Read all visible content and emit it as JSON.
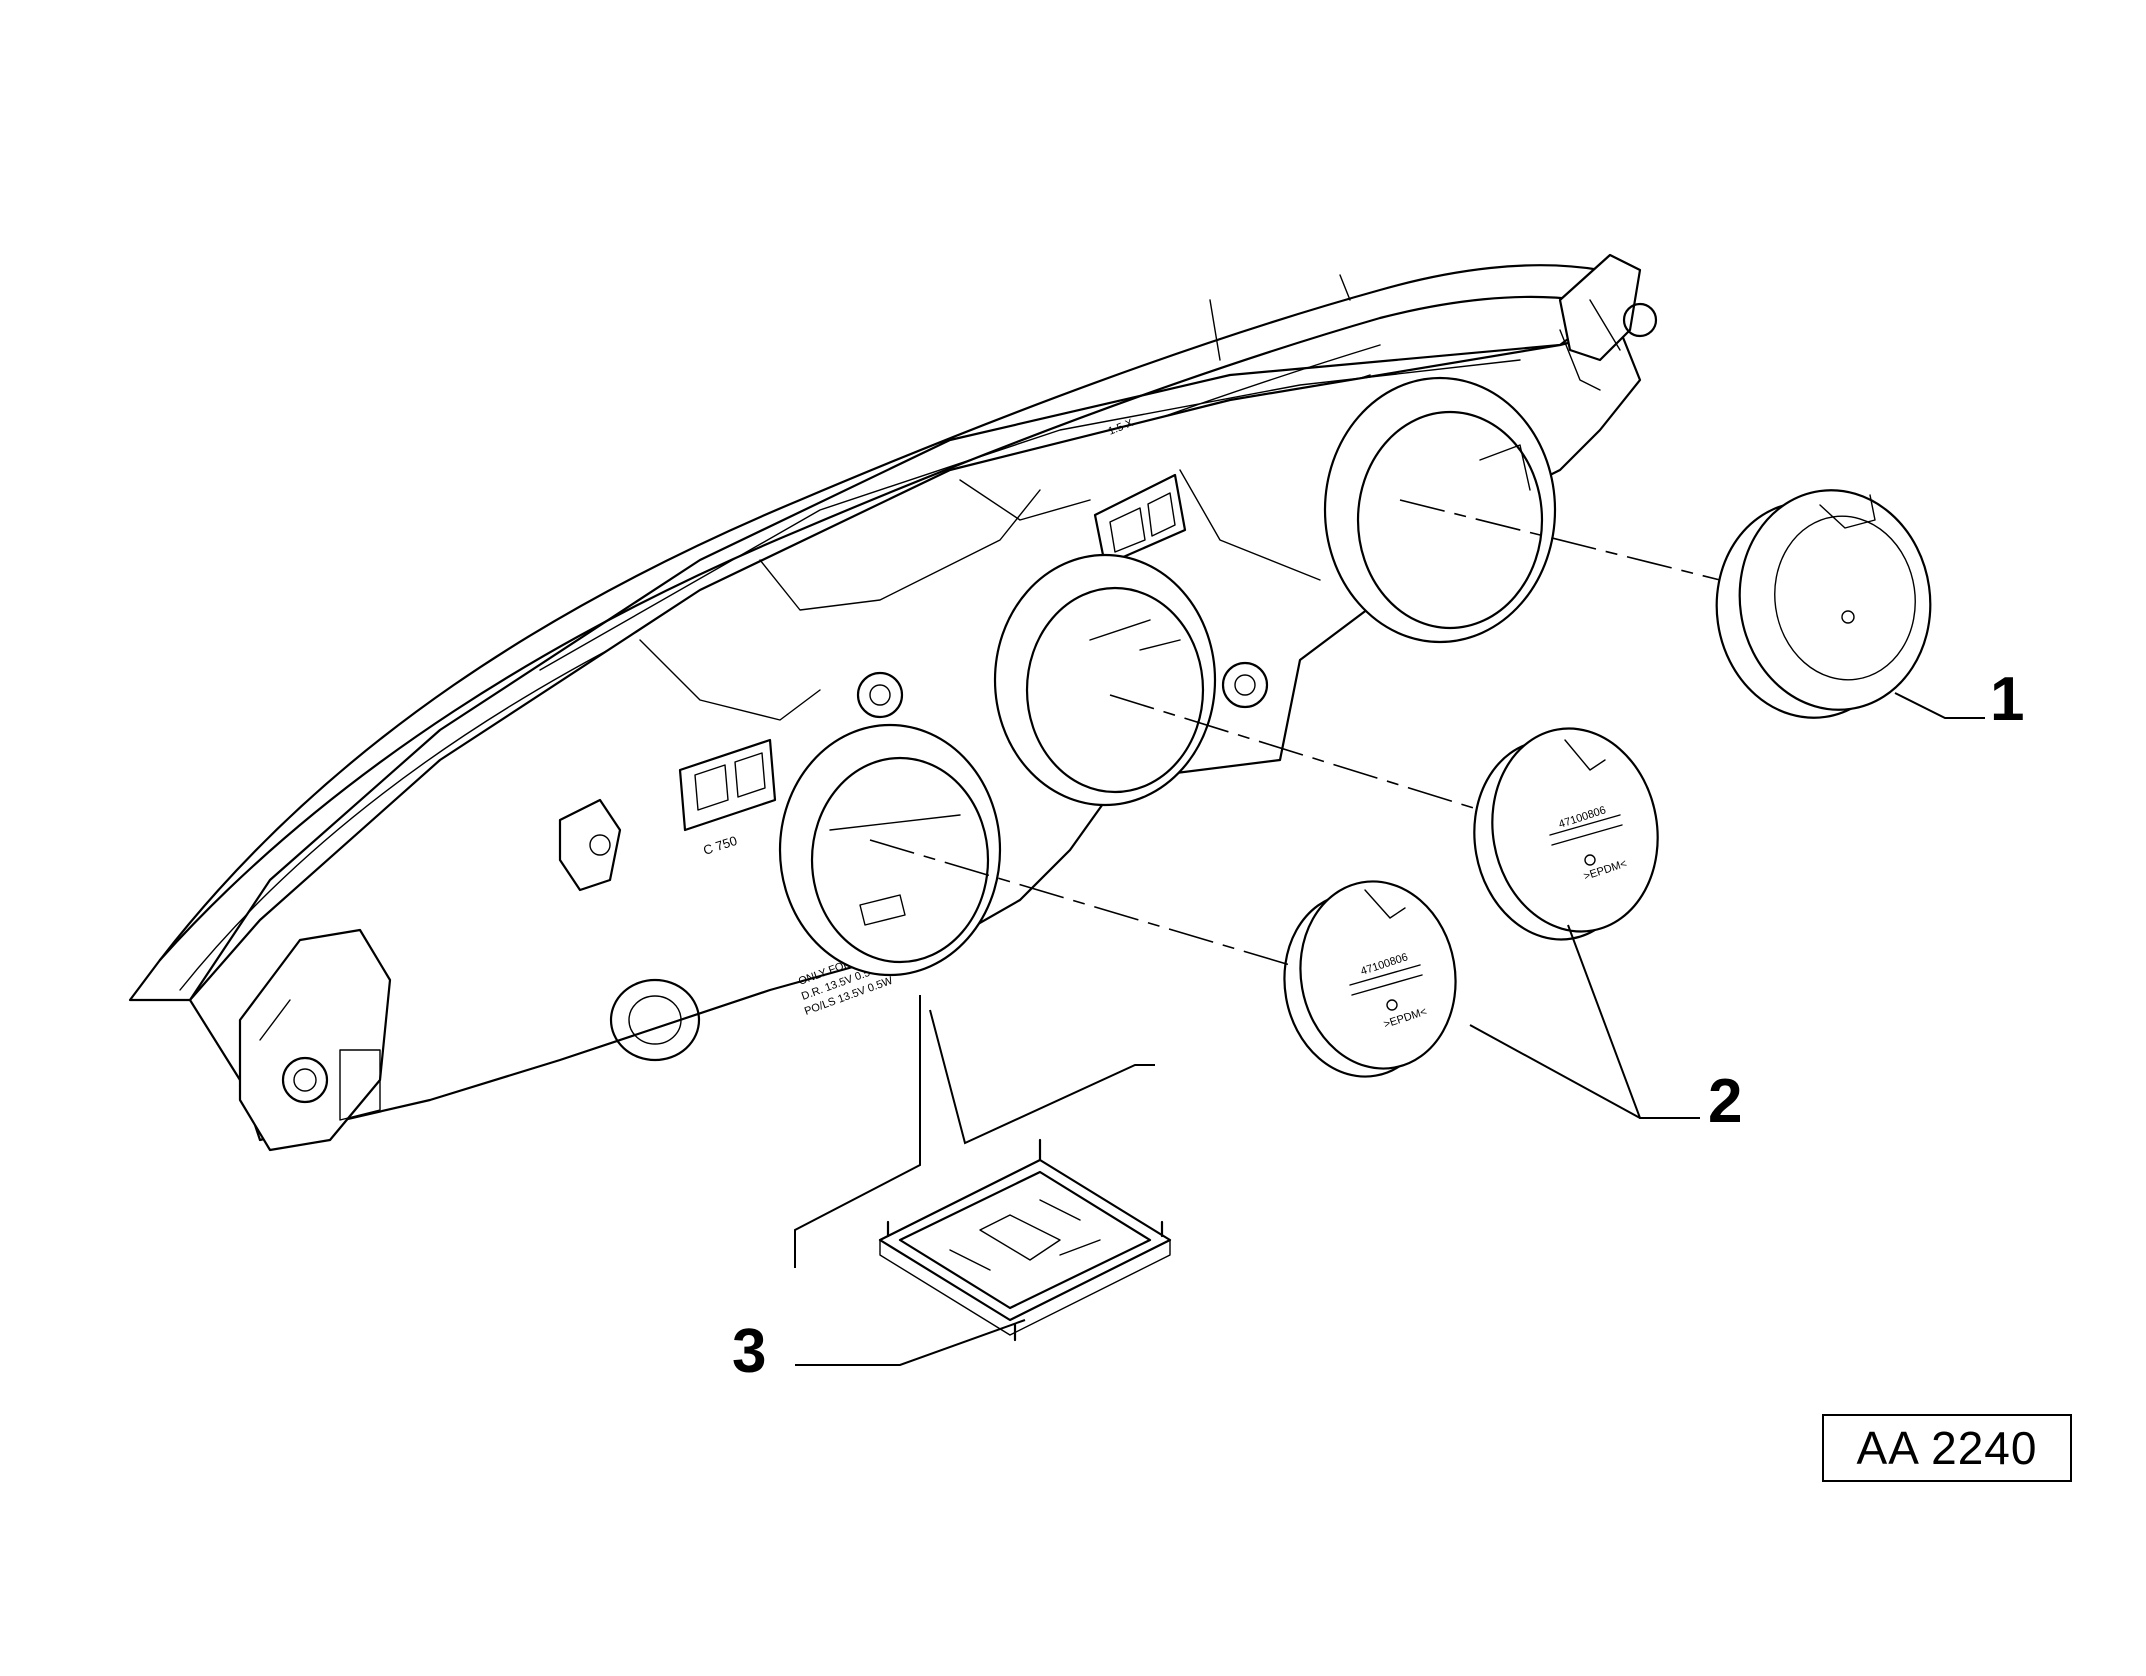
{
  "diagram": {
    "callouts": [
      {
        "id": "1",
        "label": "1"
      },
      {
        "id": "2",
        "label": "2"
      },
      {
        "id": "3",
        "label": "3"
      }
    ],
    "reference_code": "AA 2240",
    "housing_markings": {
      "model": "C 750",
      "top_marking": "1.5 X",
      "socket_lines": [
        "ONLY FOR ECE LED V",
        "D.R. 13.5V 0.5W",
        "PO/LS 13.5V 0.5W"
      ]
    },
    "cap_markings": {
      "part_number": "47100806",
      "material": ">EPDM<"
    }
  }
}
